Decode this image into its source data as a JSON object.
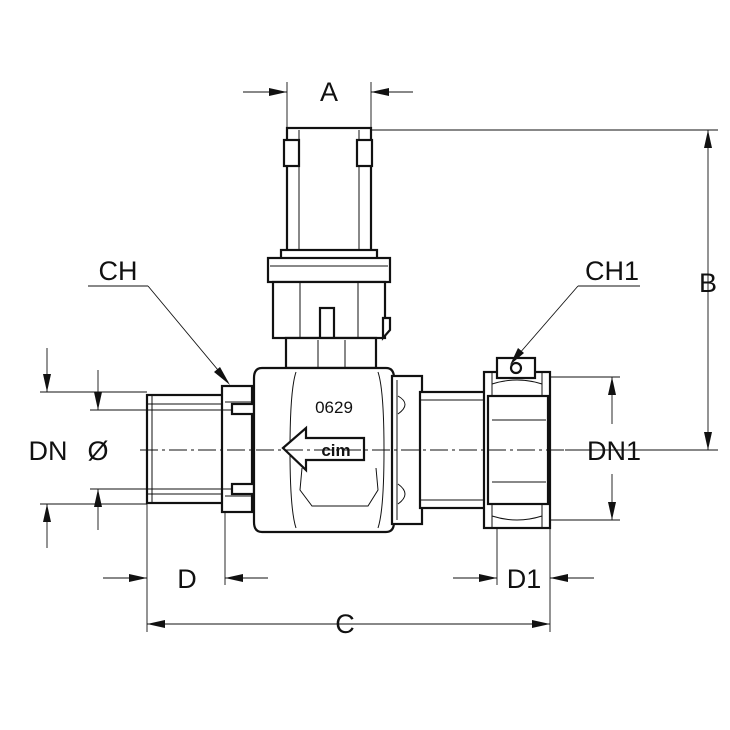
{
  "labels": {
    "a": "A",
    "b": "B",
    "c": "C",
    "d": "D",
    "d1": "D1",
    "dn": "DN",
    "dn1": "DN1",
    "diameter": "Ø",
    "ch": "CH",
    "ch1": "CH1"
  },
  "marking": {
    "code": "0629",
    "logo": "cim"
  },
  "colors": {
    "line": "#111111",
    "background": "#ffffff"
  }
}
